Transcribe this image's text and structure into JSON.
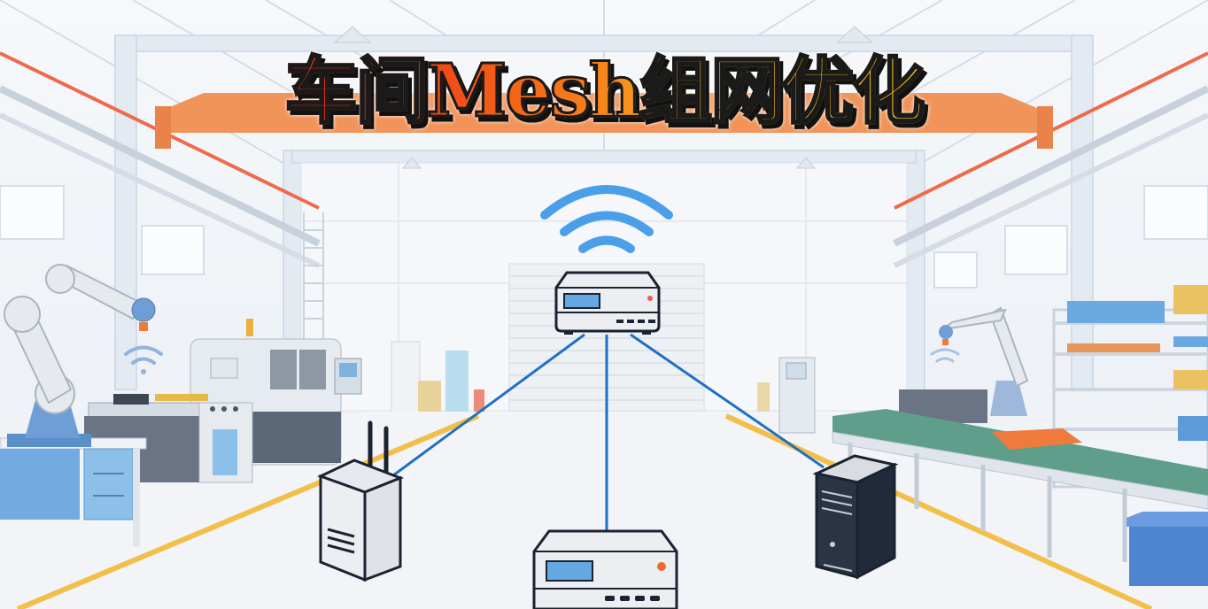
{
  "title": "车间Mesh组网优化",
  "colors": {
    "title_start": "#e8261c",
    "title_mid": "#f7781a",
    "title_end": "#ffd21a",
    "wifi_blue": "#4a9fe8",
    "link_blue": "#1f6fc4",
    "crane_orange": "#f0945a",
    "floor_line": "#f2c04a",
    "device_outline": "#1b2230"
  },
  "network": {
    "central_node": "mesh-router",
    "nodes": [
      "router-with-antennas",
      "mesh-router-bottom",
      "desktop-tower"
    ],
    "links": 3
  },
  "scene": {
    "left": [
      "robotic-arm",
      "cnc-machine",
      "workbench"
    ],
    "right": [
      "robotic-arm",
      "conveyor-belt",
      "storage-shelves",
      "blue-crate"
    ],
    "center": [
      "rolling-door",
      "wifi-signal"
    ]
  }
}
